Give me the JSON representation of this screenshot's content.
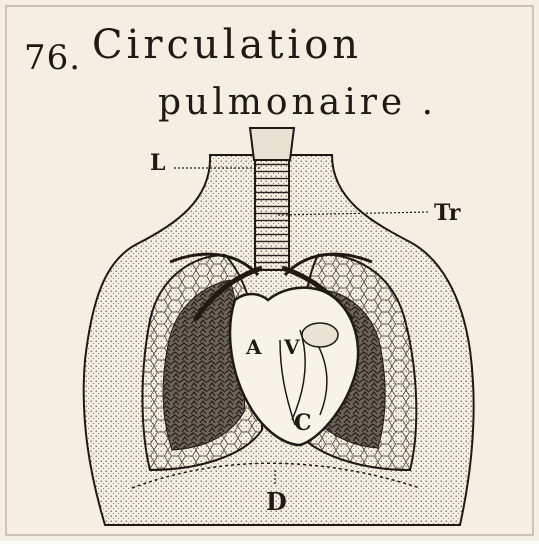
{
  "title": {
    "number": "76",
    "line1": "Circulation",
    "line2": "pulmonaire ."
  },
  "labels": {
    "larynx": "L",
    "trachea": "Tr",
    "atrium": "A",
    "ventricle": "V",
    "heart": "C",
    "diaphragm": "D"
  },
  "colors": {
    "paper": "#f4efe2",
    "ink": "#1f1a14",
    "stipple": "#cdc6b6",
    "lung_dark": "#5a5146"
  }
}
